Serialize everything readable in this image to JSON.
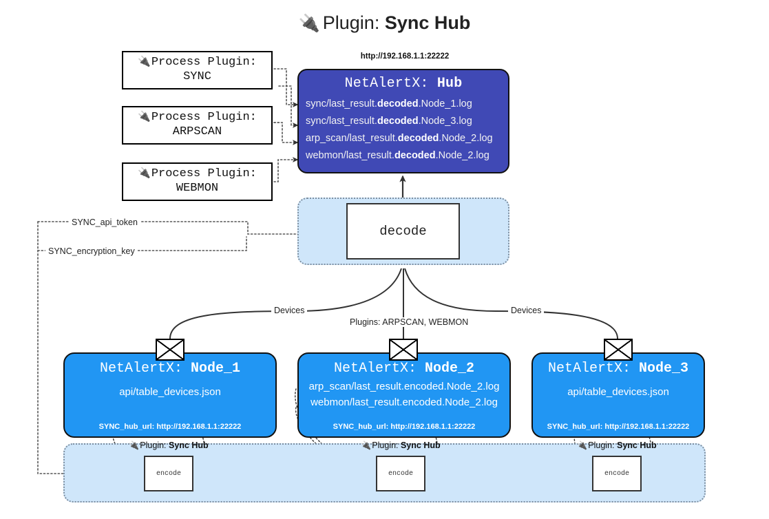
{
  "title": {
    "icon": "plug-icon",
    "prefix": "Plugin:",
    "name": "Sync Hub"
  },
  "process_plugins": [
    {
      "icon": "plug-icon",
      "heading": "Process Plugin:",
      "name": "SYNC"
    },
    {
      "icon": "plug-icon",
      "heading": "Process Plugin:",
      "name": "ARPSCAN"
    },
    {
      "icon": "plug-icon",
      "heading": "Process Plugin:",
      "name": "WEBMON"
    }
  ],
  "hub": {
    "url": "http://192.168.1.1:22222",
    "title_prefix": "NetAlertX:",
    "title_name": "Hub",
    "bg_color": "#4049b5",
    "lines": [
      {
        "pre": "sync/last_result.",
        "mid": "decoded",
        "post": ".Node_1.log"
      },
      {
        "pre": "sync/last_result.",
        "mid": "decoded",
        "post": ".Node_3.log"
      },
      {
        "pre": "arp_scan/last_result.",
        "mid": "decoded",
        "post": ".Node_2.log"
      },
      {
        "pre": "webmon/last_result.",
        "mid": "decoded",
        "post": ".Node_2.log"
      }
    ]
  },
  "decode": {
    "label": "decode",
    "band_color": "#cfe6fa"
  },
  "edge_labels": {
    "api_token": "SYNC_api_token",
    "encryption_key": "SYNC_encryption_key",
    "devices_left": "Devices",
    "devices_right": "Devices",
    "plugins_middle": "Plugins: ARPSCAN, WEBMON"
  },
  "nodes": [
    {
      "title_prefix": "NetAlertX:",
      "title_name": "Node_1",
      "bg_color": "#2196f3",
      "lines": [
        "api/table_devices.json"
      ],
      "footer": "SYNC_hub_url: http://192.168.1.1:22222",
      "envelope_icon": "envelope-icon"
    },
    {
      "title_prefix": "NetAlertX:",
      "title_name": "Node_2",
      "bg_color": "#2196f3",
      "lines": [
        "arp_scan/last_result.encoded.Node_2.log",
        "webmon/last_result.encoded.Node_2.log"
      ],
      "footer": "SYNC_hub_url: http://192.168.1.1:22222",
      "envelope_icon": "envelope-icon"
    },
    {
      "title_prefix": "NetAlertX:",
      "title_name": "Node_3",
      "bg_color": "#2196f3",
      "lines": [
        "api/table_devices.json"
      ],
      "footer": "SYNC_hub_url: http://192.168.1.1:22222",
      "envelope_icon": "envelope-icon"
    }
  ],
  "encode_groups": [
    {
      "caption_prefix": "Plugin:",
      "caption_name": "Sync Hub",
      "label": "encode",
      "icon": "plug-icon"
    },
    {
      "caption_prefix": "Plugin:",
      "caption_name": "Sync Hub",
      "label": "encode",
      "icon": "plug-icon"
    },
    {
      "caption_prefix": "Plugin:",
      "caption_name": "Sync Hub",
      "label": "encode",
      "icon": "plug-icon"
    }
  ]
}
